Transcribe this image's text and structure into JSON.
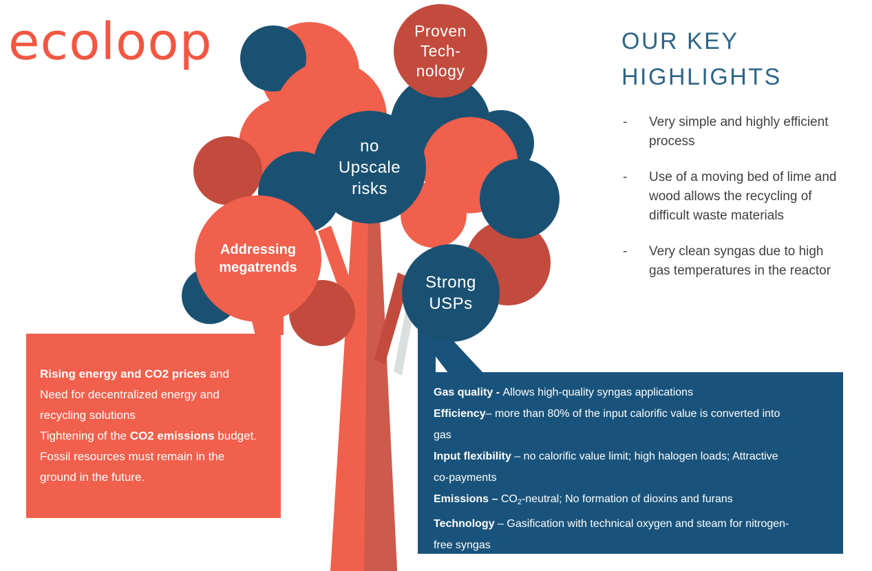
{
  "palette": {
    "orange": "#f0604c",
    "darkred": "#c24b3e",
    "blue": "#1a5172",
    "boxblue": "#19537b",
    "trunkshade": "#cd5a4b",
    "heading": "#2d6486",
    "bodytext": "#3f3f3e",
    "logo": "#f25742",
    "shadowgrey": "#d9dede"
  },
  "logo": {
    "text": "ecoloop"
  },
  "highlights": {
    "title": "OUR KEY\nHIGHLIGHTS",
    "bullet_marker": "-",
    "bullets": [
      {
        "text": "Very simple and highly efficient\nprocess"
      },
      {
        "text": "Use of a moving bed of lime and\nwood allows the recycling of\ndifficult waste materials"
      },
      {
        "text": "Very clean syngas due to high\ngas temperatures in the reactor"
      }
    ]
  },
  "tree": {
    "labels": {
      "proven": "Proven\nTech-\nnology",
      "upscale": "no\nUpscale\nrisks",
      "megatrends": "Addressing\nmegatrends",
      "usps": "Strong\nUSPs"
    }
  },
  "left_box": {
    "lines": [
      [
        {
          "t": "Rising energy and CO2 prices",
          "b": true
        },
        {
          "t": " and"
        }
      ],
      [
        {
          "t": "Need for decentralized energy and"
        }
      ],
      [
        {
          "t": "recycling solutions"
        }
      ],
      [
        {
          "t": "Tightening of the "
        },
        {
          "t": "CO2 emissions",
          "b": true
        },
        {
          "t": " budget."
        }
      ],
      [
        {
          "t": "Fossil resources must remain in the"
        }
      ],
      [
        {
          "t": "ground in the future."
        }
      ]
    ]
  },
  "right_box": {
    "lines": [
      [
        {
          "t": "Gas quality - ",
          "b": true
        },
        {
          "t": "Allows high-quality syngas applications"
        }
      ],
      [
        {
          "t": "Efficiency",
          "b": true
        },
        {
          "t": "– more than 80% of the input calorific value is converted into"
        }
      ],
      [
        {
          "t": "gas"
        }
      ],
      [
        {
          "t": "Input flexibility",
          "b": true
        },
        {
          "t": " – no calorific value limit; high halogen loads; Attractive"
        }
      ],
      [
        {
          "t": "co-payments"
        }
      ],
      [
        {
          "t": "Emissions – ",
          "b": true
        },
        {
          "t": "CO"
        },
        {
          "sub": "2"
        },
        {
          "t": "-neutral; No formation of dioxins and furans"
        }
      ],
      [
        {
          "t": "Technology",
          "b": true
        },
        {
          "t": " – Gasification with technical oxygen and steam for nitrogen-"
        }
      ],
      [
        {
          "t": "free syngas"
        }
      ]
    ]
  }
}
